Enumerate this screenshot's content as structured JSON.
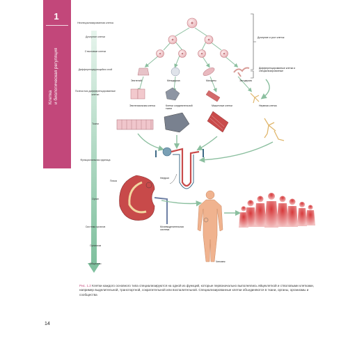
{
  "chapter": {
    "number": "1",
    "title_line1": "Клетка",
    "title_line2": "и биологическая регуляция",
    "tab_color": "#c2477a"
  },
  "levels": [
    "Неспециализированная клетка",
    "Дочерние клетки",
    "Стволовые клетки",
    "Дифференцирующийся слой",
    "Полностью дифференцированные клетки",
    "Ткани",
    "Функциональная единица",
    "Орган",
    "Система органов",
    "Организм",
    "Общество"
  ],
  "labels": {
    "daughter_cells": "Дочерние и рост клеток",
    "specialized": "Дифференцированные клетки и специализированные",
    "epithelial": "Эпителий",
    "mesenchymal": "Мезодерма",
    "muscle": "Миоциты",
    "neuron": "Эктодерма",
    "epithelial_tissue": "Эпителиальная клетка",
    "connective": "Клетки соединительной ткани",
    "muscle_cell": "Мышечные клетки",
    "nerve_cell": "Нервная клетка",
    "kidney": "Почка",
    "nephron": "Нефрон",
    "excretory": "Мочевыделительная система",
    "human": "Человек"
  },
  "caption": {
    "figure_ref": "Рис. 1.2",
    "text": "Клетки каждого основного типа специализируются на одной из функций, которые первоначально выполнялись яйцеклеткой и стволовыми клетками, например выделительной, транспортной, сократительной или воспалительной. Специализированные клетки объединяются в ткани, органы, организмы и сообщества"
  },
  "page_number": "14",
  "colors": {
    "cell_fill": "#f4d4d6",
    "cell_stroke": "#c47c82",
    "arrow": "#6fb89b",
    "level_arrow": "#8bc7a7",
    "kidney": "#c84a4a",
    "body": "#f0b38f",
    "crowd": "#c02a2a"
  }
}
